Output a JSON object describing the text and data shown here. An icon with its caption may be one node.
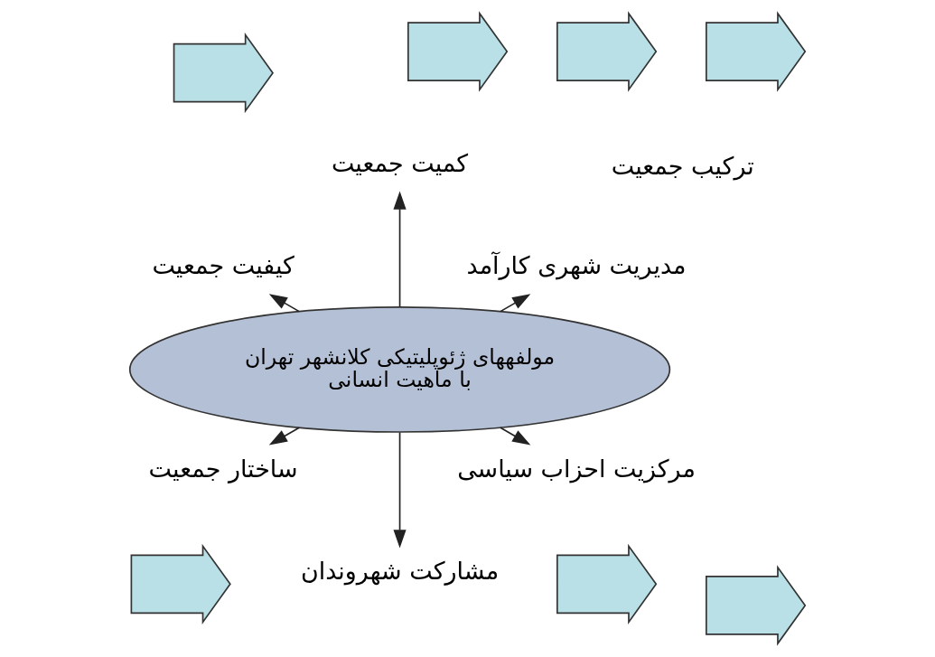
{
  "diagram": {
    "nodes": [
      {
        "text": [
          "مولفههای ژئوپلیتیکی کلانشهر تهران",
          "با ماهیت انسانی"
        ]
      },
      {
        "text": [
          "مدیریت شهری کارآمد"
        ]
      },
      {
        "text": [
          "کمیت جمعیت"
        ]
      },
      {
        "text": [
          "کیفیت جمعیت"
        ]
      },
      {
        "text": [
          "ترکیب جمعیت"
        ]
      },
      {
        "text": [
          "ساختار جمعیت"
        ]
      },
      {
        "text": [
          "مشارکت شهروندان"
        ]
      },
      {
        "text": [
          "مرکزیت احزاب سیاسی"
        ]
      },
      {
        "text": [],
        "shape": "arrow"
      },
      {
        "text": [],
        "shape": "arrow"
      },
      {
        "text": [],
        "shape": "arrow"
      },
      {
        "text": [],
        "shape": "arrow"
      },
      {
        "text": [],
        "shape": "arrow"
      },
      {
        "text": [],
        "shape": "arrow"
      },
      {
        "text": [],
        "shape": "arrow"
      }
    ],
    "edges": [
      {
        "from": 0,
        "to": 1,
        "arrow": "to"
      },
      {
        "from": 0,
        "to": 2,
        "arrow": "to"
      },
      {
        "from": 0,
        "to": 3,
        "arrow": "to"
      },
      {
        "from": 0,
        "to": 7,
        "arrow": "to"
      },
      {
        "from": 0,
        "to": 6,
        "arrow": "to"
      },
      {
        "from": 0,
        "to": 5,
        "arrow": "to"
      }
    ]
  }
}
